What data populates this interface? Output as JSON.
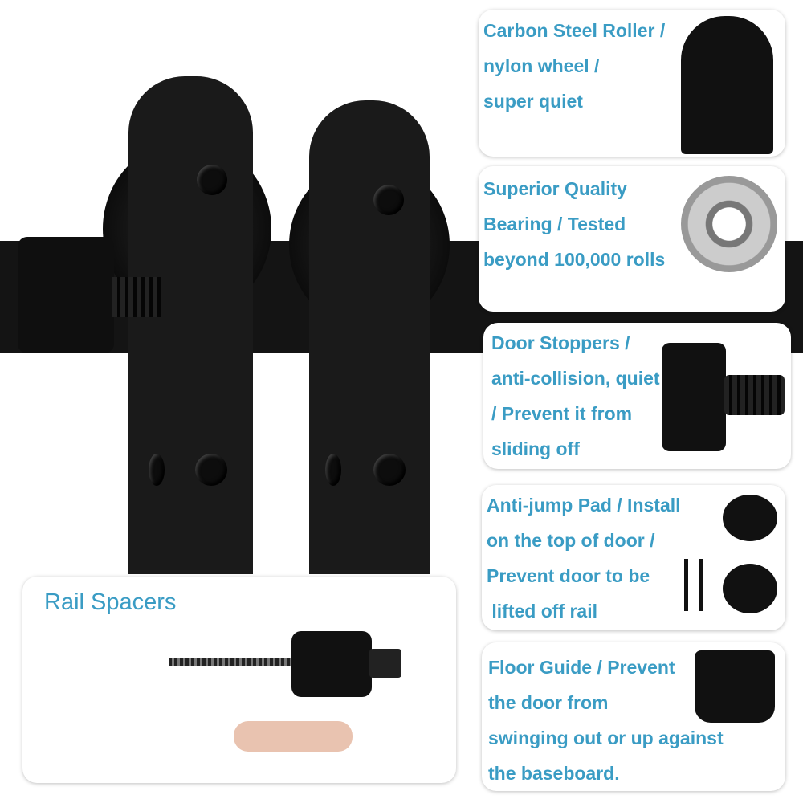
{
  "colors": {
    "text": "#3a9cc4",
    "hardware": "#141414"
  },
  "features": [
    {
      "lines": [
        "Carbon Steel Roller /",
        "nylon wheel /",
        "super quiet"
      ],
      "icon": "roller-icon"
    },
    {
      "lines": [
        "Superior Quality",
        "Bearing / Tested",
        "beyond 100,000 rolls"
      ],
      "icon": "bearing-icon"
    },
    {
      "lines": [
        "Door Stoppers /",
        "anti-collision, quiet",
        "/ Prevent it from",
        "sliding off"
      ],
      "icon": "door-stopper-icon"
    },
    {
      "lines": [
        "Anti-jump Pad / Install",
        "on the top of door /",
        "Prevent door to be",
        " lifted off rail"
      ],
      "icon": "anti-jump-pad-icon"
    },
    {
      "lines": [
        "Floor Guide / Prevent",
        "the door from",
        "swinging out or up against",
        "the baseboard."
      ],
      "icon": "floor-guide-icon"
    }
  ],
  "rail_spacers": {
    "title": "Rail Spacers"
  }
}
